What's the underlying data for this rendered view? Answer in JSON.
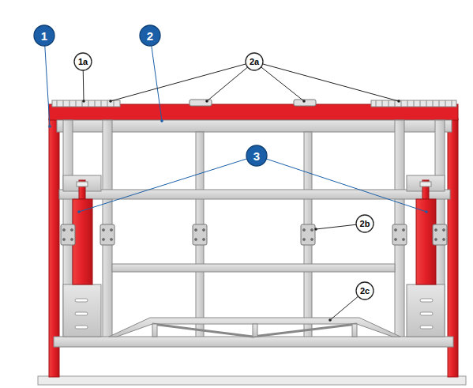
{
  "diagram": {
    "labels": [
      "1",
      "2",
      "1a",
      "2a",
      "3",
      "2b",
      "2c"
    ]
  }
}
